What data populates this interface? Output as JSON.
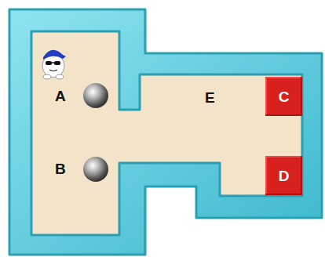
{
  "diagram": {
    "nodes": [
      {
        "text": [
          "C"
        ]
      },
      {
        "text": [
          "D"
        ]
      }
    ],
    "labels": [
      "A",
      "E",
      "B"
    ]
  }
}
